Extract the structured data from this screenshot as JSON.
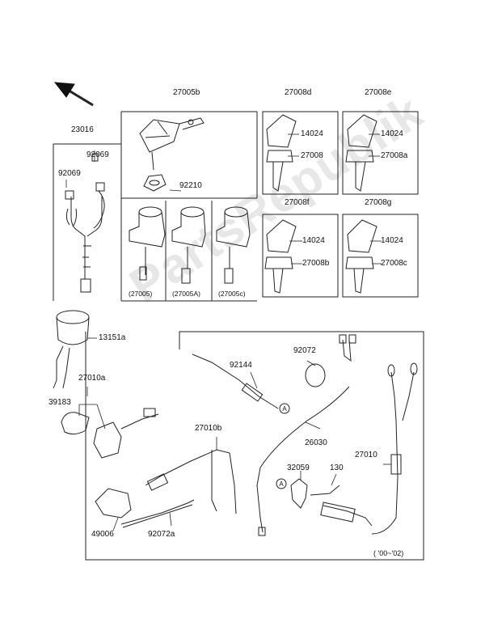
{
  "watermark": "PartsRepublik",
  "date_note": "( '00~'02)",
  "callout_marker": "A",
  "labels": {
    "p23016": "23016",
    "p92069a": "92069",
    "p92069b": "92069",
    "p27005b": "27005b",
    "p92210": "92210",
    "p27008d": "27008d",
    "p27008e": "27008e",
    "p14024a": "14024",
    "p14024b": "14024",
    "p27008": "27008",
    "p27008a": "27008a",
    "p27008f": "27008f",
    "p27008g": "27008g",
    "p14024c": "14024",
    "p14024d": "14024",
    "p27008b": "27008b",
    "p27008c": "27008c",
    "s27005": "(27005)",
    "s27005A": "(27005A)",
    "s27005c": "(27005c)",
    "p13151a": "13151a",
    "p27010a": "27010a",
    "p39183": "39183",
    "p92144": "92144",
    "p92072": "92072",
    "p26030": "26030",
    "p27010b": "27010b",
    "p27010": "27010",
    "p32059": "32059",
    "p130": "130",
    "p49006": "49006",
    "p92072a": "92072a"
  }
}
